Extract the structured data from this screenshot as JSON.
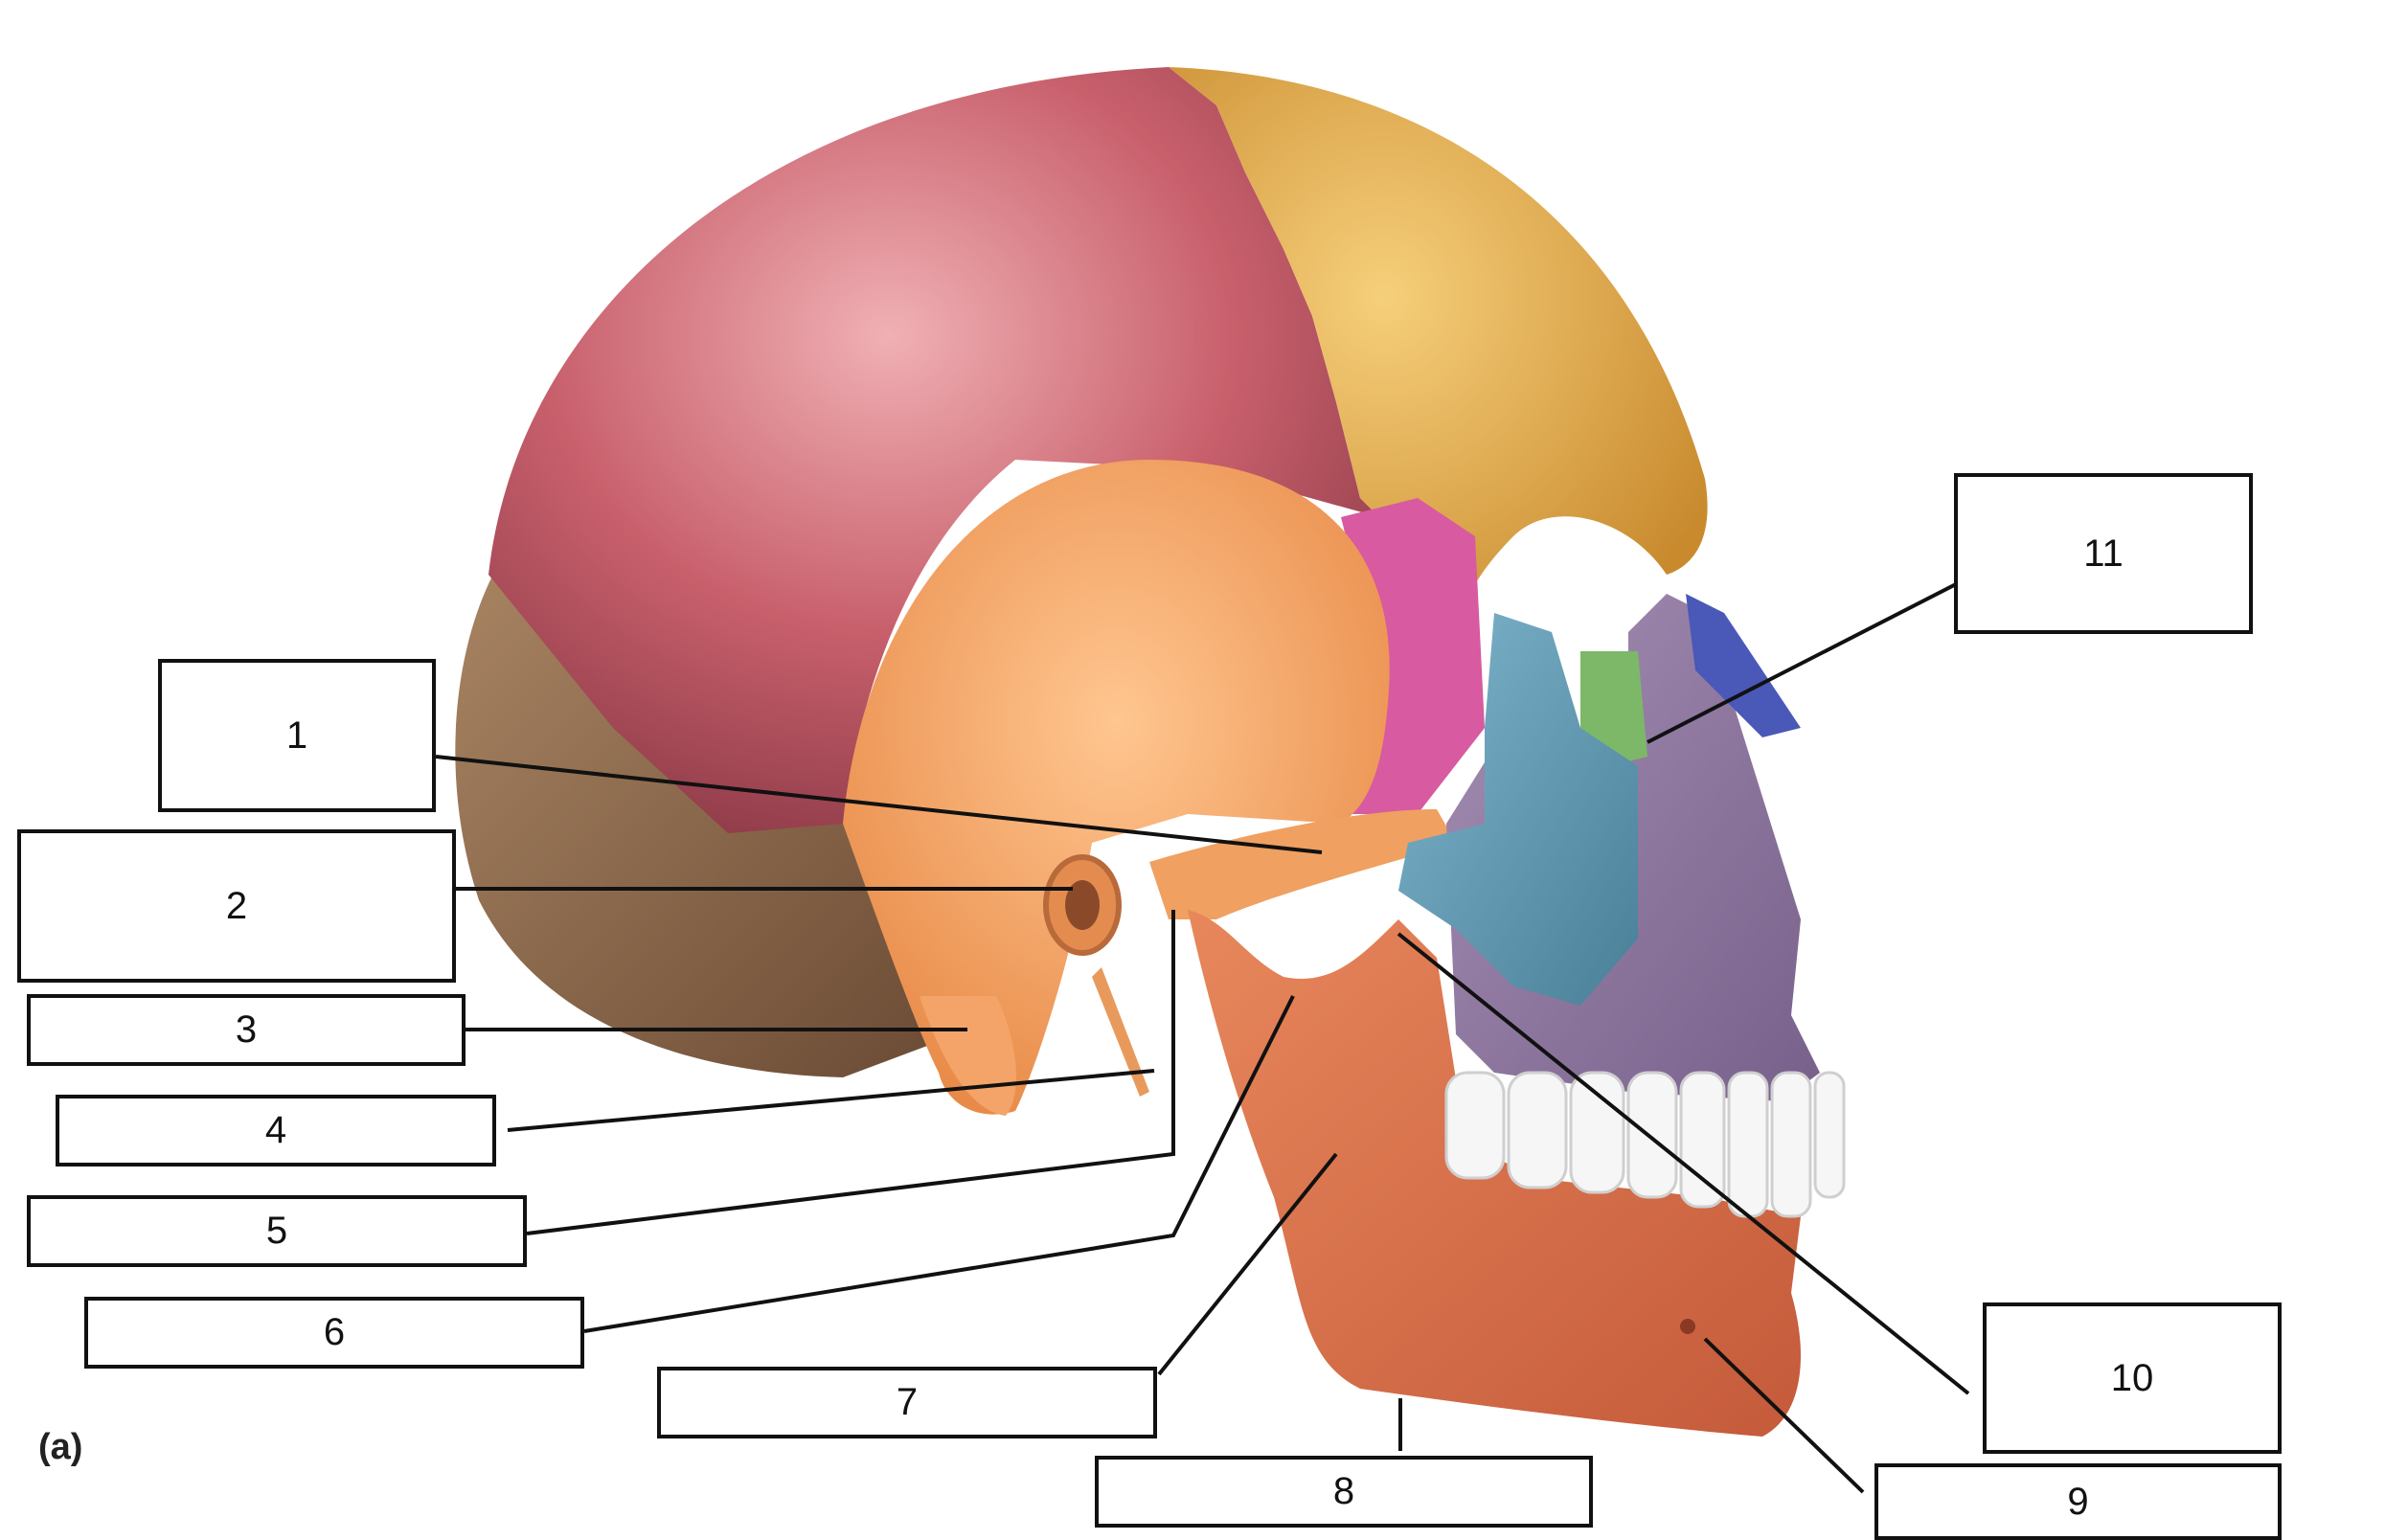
{
  "figure_label": "(a)",
  "labels": [
    "1",
    "2",
    "3",
    "4",
    "5",
    "6",
    "7",
    "8",
    "9",
    "10",
    "11"
  ],
  "colors": {
    "parietal": "#c8606c",
    "frontal": "#e2a54a",
    "temporal": "#f2a060",
    "occipital": "#8f6a4c",
    "sphenoid": "#d85aa0",
    "zygomatic": "#5f98b0",
    "maxilla": "#8f76a0",
    "nasal": "#4a58b8",
    "lacrimal": "#7cb868",
    "mandible": "#d8704e",
    "teeth": "#f6f6f6",
    "leader_line": "#111111"
  }
}
